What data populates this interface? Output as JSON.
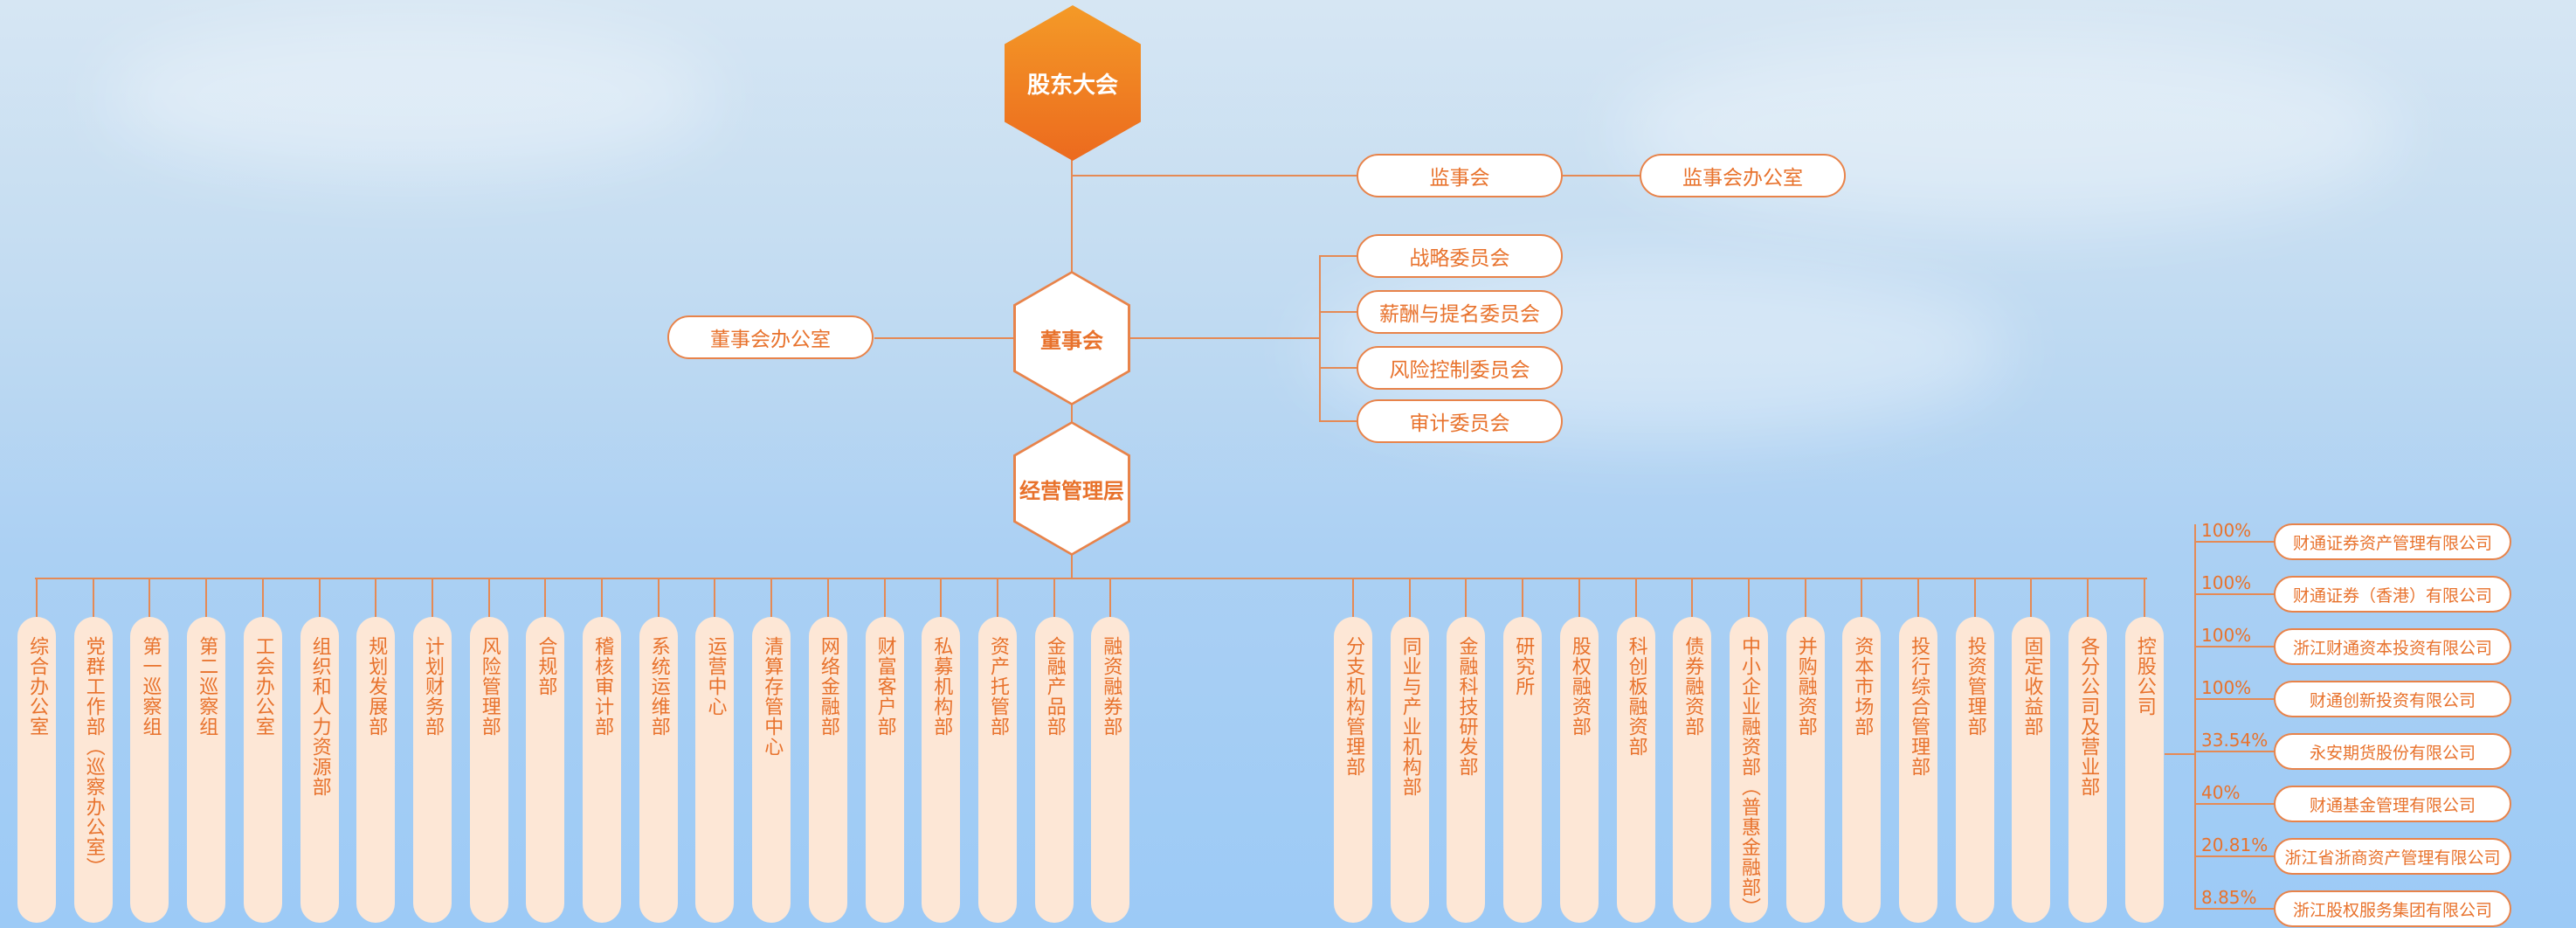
{
  "top": {
    "shareholders": "股东大会",
    "board": "董事会",
    "management": "经营管理层"
  },
  "supervision": {
    "board": "监事会",
    "office": "监事会办公室"
  },
  "board_office": "董事会办公室",
  "committees": [
    "战略委员会",
    "薪酬与提名委员会",
    "风险控制委员会",
    "审计委员会"
  ],
  "departments_left": [
    "综合办公室",
    "党群工作部（巡察办公室）",
    "第一巡察组",
    "第二巡察组",
    "工会办公室",
    "组织和人力资源部",
    "规划发展部",
    "计划财务部",
    "风险管理部",
    "合规部",
    "稽核审计部",
    "系统运维部",
    "运营中心",
    "清算存管中心",
    "网络金融部",
    "财富客户部",
    "私募机构部",
    "资产托管部",
    "金融产品部",
    "融资融券部"
  ],
  "departments_right": [
    "分支机构管理部",
    "同业与产业机构部",
    "金融科技研发部",
    "研究所",
    "股权融资部",
    "科创板融资部",
    "债券融资部",
    "中小企业融资部（普惠金融部）",
    "并购融资部",
    "资本市场部",
    "投行综合管理部",
    "投资管理部",
    "固定收益部",
    "各分公司及营业部",
    "控股公司"
  ],
  "subsidiaries": [
    {
      "pct": "100%",
      "name": "财通证券资产管理有限公司"
    },
    {
      "pct": "100%",
      "name": "财通证券（香港）有限公司"
    },
    {
      "pct": "100%",
      "name": "浙江财通资本投资有限公司"
    },
    {
      "pct": "100%",
      "name": "财通创新投资有限公司"
    },
    {
      "pct": "33.54%",
      "name": "永安期货股份有限公司"
    },
    {
      "pct": "40%",
      "name": "财通基金管理有限公司"
    },
    {
      "pct": "20.81%",
      "name": "浙江省浙商资产管理有限公司"
    },
    {
      "pct": "8.85%",
      "name": "浙江股权服务集团有限公司"
    }
  ]
}
